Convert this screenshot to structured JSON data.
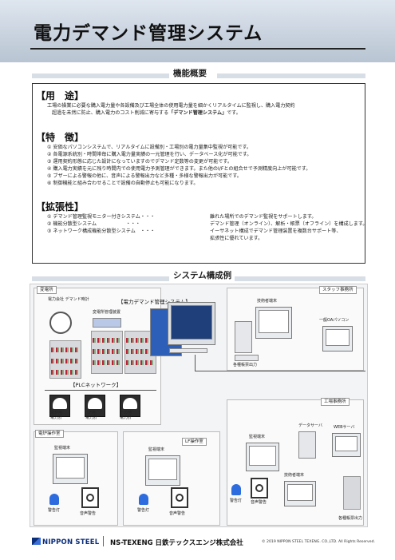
{
  "header": {
    "title": "電力デマンド管理システム"
  },
  "sections": {
    "overview": "機能概要",
    "system": "システム構成例"
  },
  "usage": {
    "heading": "【用　途】",
    "line1": "工場の操業に必要な購入電力量や各設備及び工場全体の使用電力量を細かくリアルタイムに監視し、購入電力契約",
    "line2_pre": "超過を未然に防止、購入電力のコスト削減に寄与する",
    "line2_bold": "「デマンド管理システム」",
    "line2_post": "です。"
  },
  "features": {
    "heading": "【特　徴】",
    "items": [
      "① 安価なパソコンシステムで、リアルタイムに設備別・工場別の電力量集中監視が可能です。",
      "② 各電源系統別・時間帯毎に購入電力量実績の一元管理を行い、データベース化が可能です。",
      "③ 運用契約形態に応じた設計になっていますのでデマンド定数等の変更が可能です。",
      "④ 購入電力実績を元に残り時間内での使用電力予測管理ができます。また他のI/Fとの組合せで予測精度向上が可能です。",
      "⑤ ブザーによる警報の他に、音声による警報出力など多種・多様な警報出力が可能です。",
      "⑥ 制御機能と組み合わせることで設備の自動停止も可能になります。"
    ]
  },
  "extensibility": {
    "heading": "【拡張性】",
    "left": [
      "① デマンド管理監視モニター付きシステム・・・",
      "② 機能分散型システム　　　　　　・・・",
      "③ ネットワーク構成機能分散型システム　・・・"
    ],
    "right": [
      "離れた場所でのデマンド監視をサポートします。",
      "デマンド管理（オンライン）、解析・帳票（オフライン）を構成します。",
      "イーサネット構成でデマンド管理装置を複数台サポート等、",
      "拡張性に優れています。"
    ]
  },
  "diagram": {
    "zones": {
      "substation": "変電所",
      "staff_office": "スタッフ事務所",
      "factory_office": "工場事務所",
      "furnace_room": "電炉操作室",
      "lf_room": "LF操作室"
    },
    "system_title": "【電力デマンド管理システム】",
    "plc_network": "【PLCネットワーク】",
    "labels": {
      "utility_meter": "電力会社\nデマンド時計",
      "demand_panel": "変電所管理装置",
      "eng_terminal_staff": "技術者端末",
      "general_pc": "一般OAパソコン",
      "printer_staff": "各種帳票出力",
      "meter1": "電炉用\n電力計",
      "meter2": "LF用\n電力計",
      "meter3": "その他\n電力計",
      "monitor_terminal_furnace": "監視端末",
      "alarm_lamp_furnace": "警告灯",
      "voice_alarm_furnace": "音声警告",
      "monitor_terminal_lf": "監視端末",
      "alarm_lamp_lf": "警告灯",
      "voice_alarm_lf": "音声警告",
      "data_server": "データサーバ",
      "web_server": "WEBサーバ",
      "monitor_terminal_factory": "監視端末",
      "eng_terminal_factory": "技術者端末",
      "alarm_lamp_factory": "警告灯",
      "voice_alarm_factory": "音声警告",
      "printer_factory": "各種帳票出力"
    }
  },
  "footer": {
    "logo1": "NIPPON STEEL",
    "logo2": "NS-TEXENG 日鉄テックスエンジ株式会社",
    "copyright": "© 2019 NIPPON STEEL TEXENG. CO.,LTD. All Rights Reserved."
  },
  "colors": {
    "accent_blue": "#2d6cdf",
    "logo_navy": "#0b2e7a"
  }
}
